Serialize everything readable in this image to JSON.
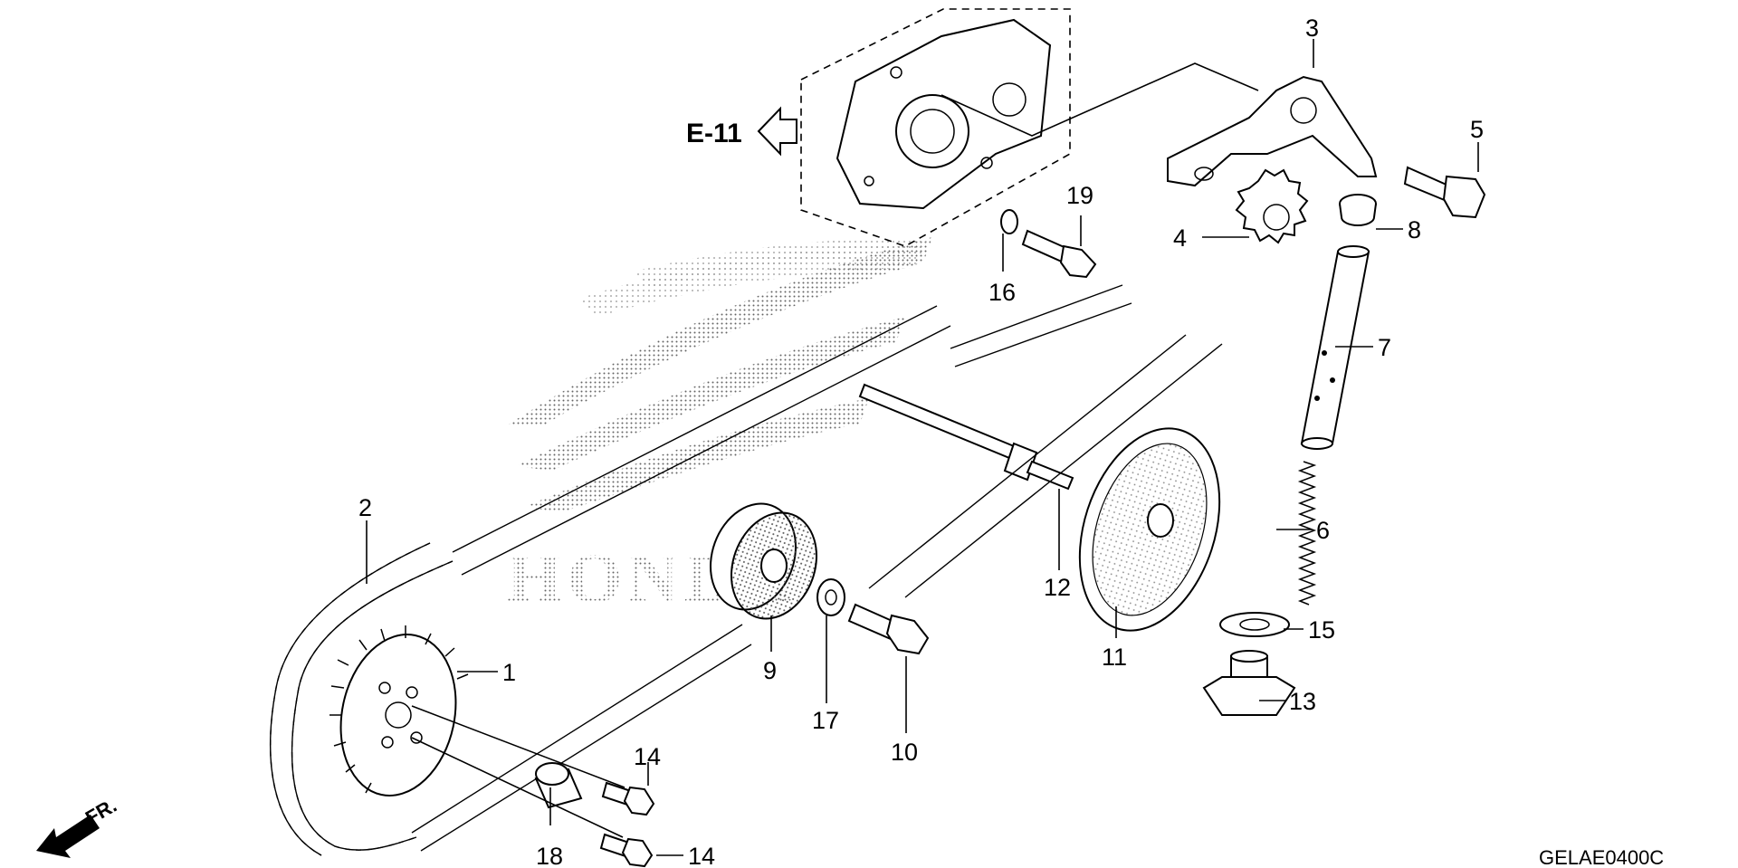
{
  "diagram": {
    "reference": {
      "label": "E-11"
    },
    "direction": {
      "label": "FR."
    },
    "drawing_code": "GELAE0400C",
    "parts": [
      {
        "id": "p1",
        "label": "1"
      },
      {
        "id": "p2",
        "label": "2"
      },
      {
        "id": "p3",
        "label": "3"
      },
      {
        "id": "p4",
        "label": "4"
      },
      {
        "id": "p5",
        "label": "5"
      },
      {
        "id": "p6",
        "label": "6"
      },
      {
        "id": "p7",
        "label": "7"
      },
      {
        "id": "p8",
        "label": "8"
      },
      {
        "id": "p9",
        "label": "9"
      },
      {
        "id": "p10",
        "label": "10"
      },
      {
        "id": "p11",
        "label": "11"
      },
      {
        "id": "p12",
        "label": "12"
      },
      {
        "id": "p13",
        "label": "13"
      },
      {
        "id": "p14a",
        "label": "14"
      },
      {
        "id": "p14b",
        "label": "14"
      },
      {
        "id": "p15",
        "label": "15"
      },
      {
        "id": "p16",
        "label": "16"
      },
      {
        "id": "p17",
        "label": "17"
      },
      {
        "id": "p18",
        "label": "18"
      },
      {
        "id": "p19",
        "label": "19"
      }
    ],
    "watermark": {
      "text": "HONDA"
    }
  }
}
